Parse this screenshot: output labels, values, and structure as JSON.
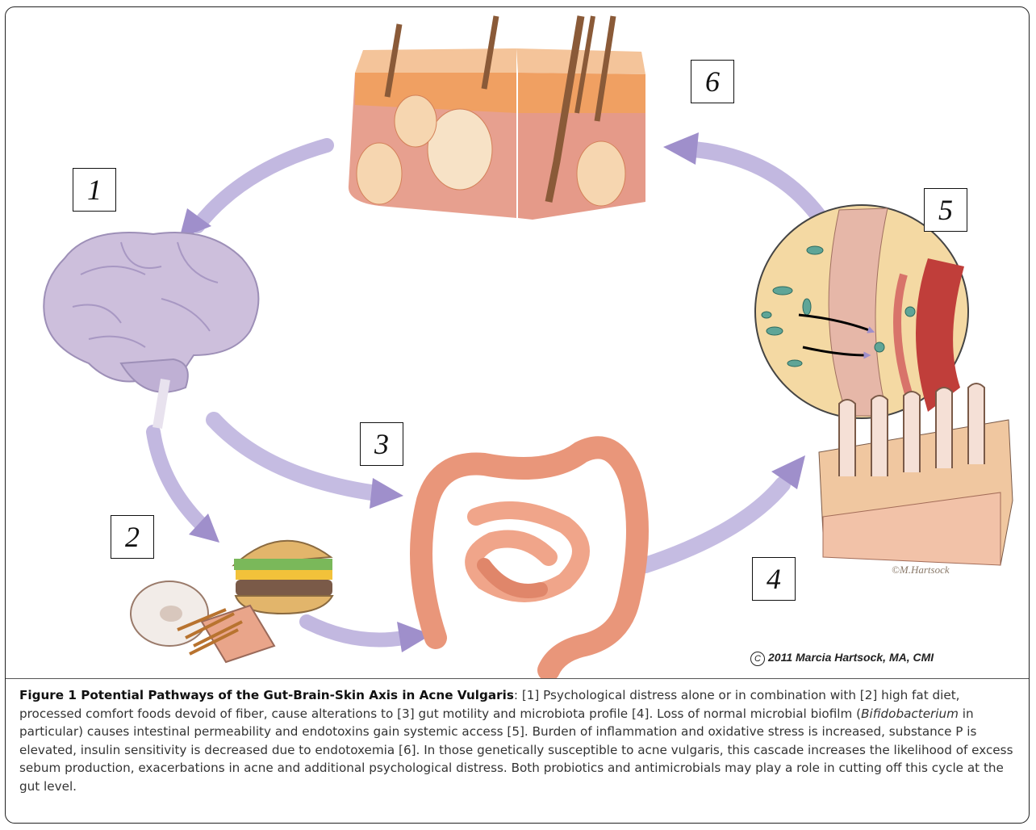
{
  "labels": [
    "1",
    "2",
    "3",
    "4",
    "5",
    "6"
  ],
  "copyright": {
    "symbol": "C",
    "text": "2011 Marcia Hartsock, MA, CMI"
  },
  "signature": "©M.Hartsock",
  "caption": {
    "title": "Figure 1 Potential Pathways of the Gut-Brain-Skin Axis in Acne Vulgaris",
    "part1": ": [1] Psychological distress alone or in combination with [2] high fat diet, processed comfort foods devoid of fiber, cause alterations to [3] gut motility and microbiota profile [4]. Loss of normal microbial biofilm (",
    "italic": "Bifidobacterium",
    "part2": " in particular) causes intestinal permeability and endotoxins gain systemic access [5]. Burden of inflammation and oxidative stress is increased, substance P is elevated, insulin sensitivity is decreased due to endotoxemia [6]. In those genetically susceptible to acne vulgaris, this cascade increases the likelihood of excess sebum production, exacerbations in acne and additional psychological distress. Both probiotics and antimicrobials may play a role in cutting off this cycle at the gut level."
  },
  "colors": {
    "arrow": "#9f8fcb",
    "skin": "#e8a088",
    "brain": "#cdbfdc",
    "gut": "#e9967a",
    "bacteria": "#5fa597"
  }
}
